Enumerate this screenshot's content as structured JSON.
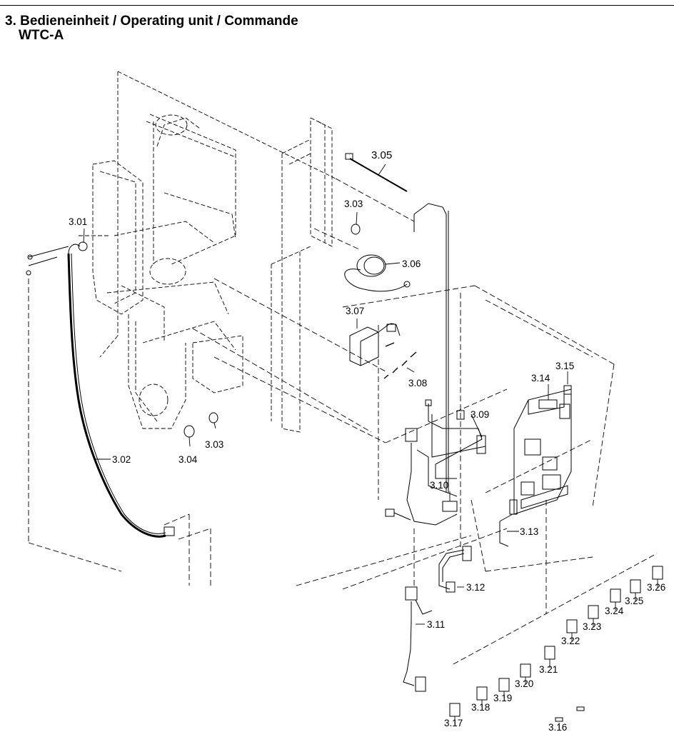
{
  "title": {
    "line1": "3. Bedieneinheit / Operating unit / Commande",
    "line2": "WTC-A"
  },
  "parts": {
    "p301": "3.01",
    "p302": "3.02",
    "p303a": "3.03",
    "p303b": "3.03",
    "p304": "3.04",
    "p305": "3.05",
    "p306": "3.06",
    "p307": "3.07",
    "p308": "3.08",
    "p309": "3.09",
    "p310": "3.10",
    "p311": "3.11",
    "p312": "3.12",
    "p313": "3.13",
    "p314": "3.14",
    "p315": "3.15",
    "p316": "3.16",
    "p317": "3.17",
    "p318": "3.18",
    "p319": "3.19",
    "p320": "3.20",
    "p321": "3.21",
    "p322": "3.22",
    "p323": "3.23",
    "p324": "3.24",
    "p325": "3.25",
    "p326": "3.26"
  },
  "colors": {
    "line": "#000000",
    "background": "#ffffff"
  }
}
